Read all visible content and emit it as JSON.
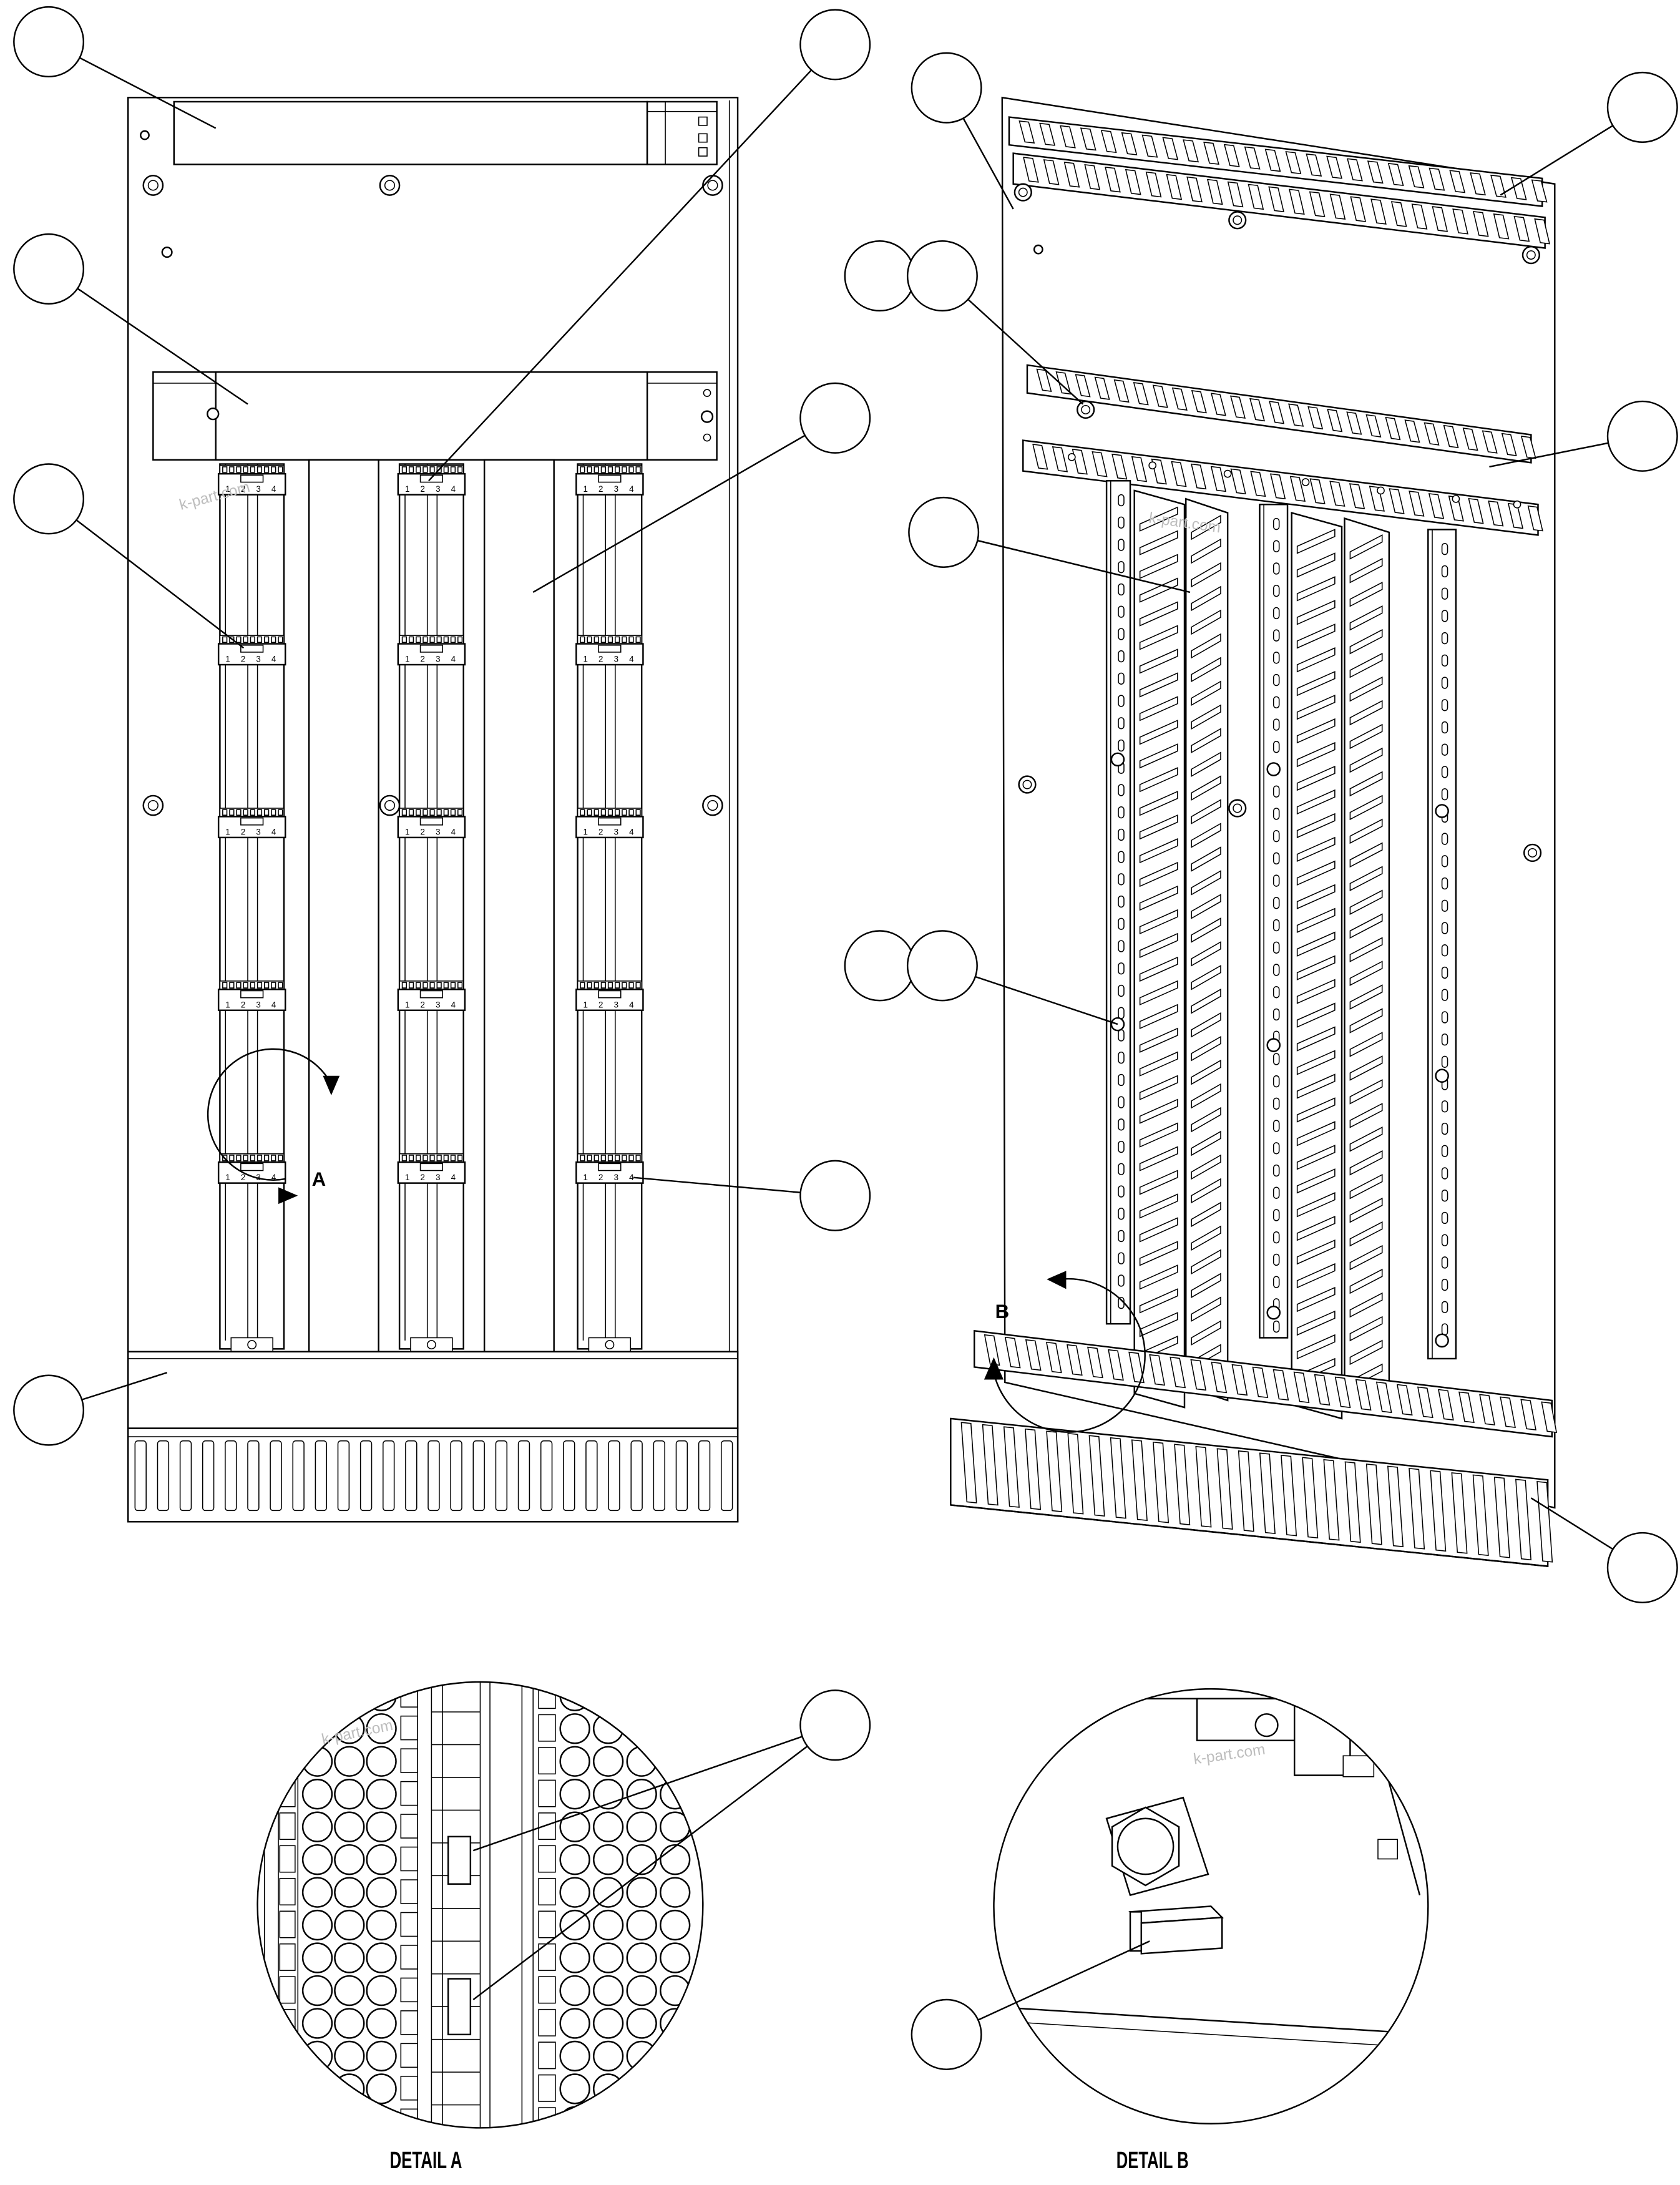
{
  "detail_labels": {
    "a": "DETAIL A",
    "b": "DETAIL B"
  },
  "detail_markers": {
    "a": "A",
    "b": "B"
  },
  "terminal_numbers": [
    "1",
    "2",
    "3",
    "4"
  ],
  "watermark": "k-part.com",
  "line_color": "#000000"
}
